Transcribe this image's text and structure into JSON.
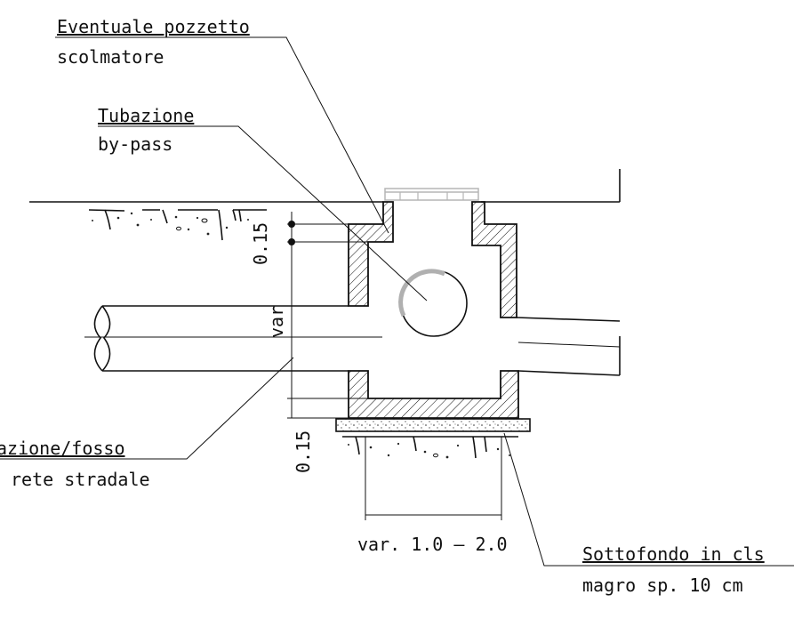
{
  "labels": {
    "overflow_line1": "Eventuale pozzetto",
    "overflow_line2": "scolmatore",
    "bypass_line1": "Tubazione",
    "bypass_line2": "by-pass",
    "network_line1": "azione/fosso",
    "network_line2": "rete stradale",
    "base_line1": "Sottofondo in cls",
    "base_line2": "magro sp. 10 cm"
  },
  "dimensions": {
    "top_slab": "0.15",
    "base_slab": "0.15",
    "height": "var",
    "width": "var. 1.0 – 2.0"
  },
  "colors": {
    "line": "#111111",
    "grate": "#b5b5b5"
  }
}
